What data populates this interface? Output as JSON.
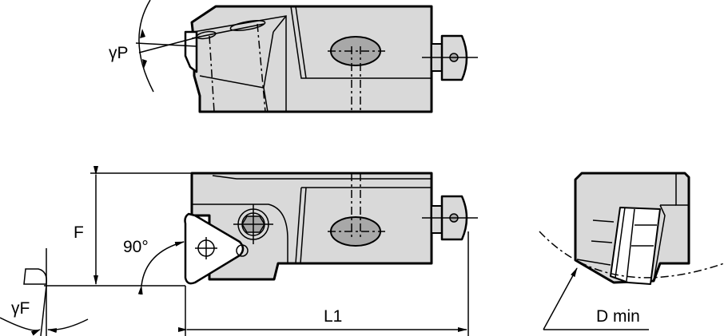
{
  "drawing": {
    "type": "toolholder technical drawing",
    "views": [
      "top-view",
      "front-view",
      "end-view"
    ],
    "colors": {
      "body": "#d9d9d9",
      "hole": "#a8a8a8",
      "line": "#000000",
      "background": "#ffffff"
    }
  },
  "labels": {
    "gamma_p": "γP",
    "f": "F",
    "angle_90": "90°",
    "gamma_f": "γF",
    "l1": "L1",
    "d_min": "D min"
  }
}
